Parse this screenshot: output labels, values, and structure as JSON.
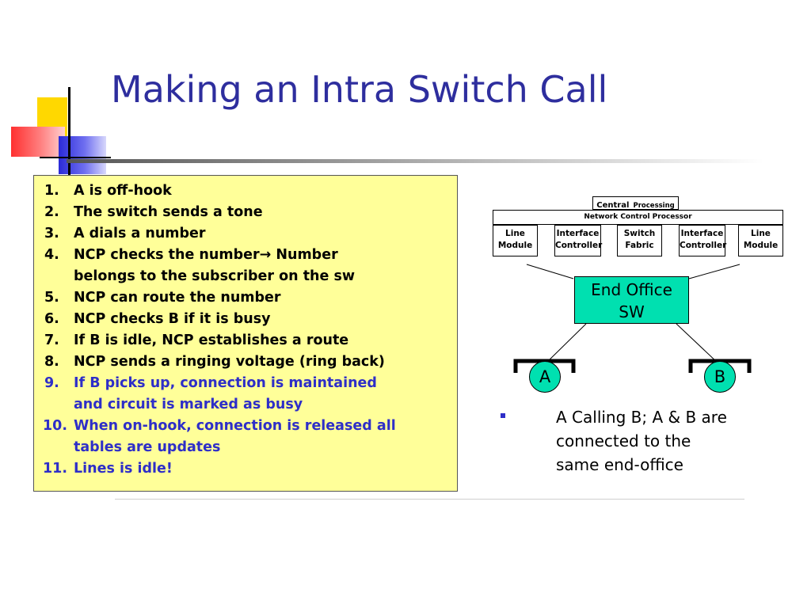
{
  "slide": {
    "title": "Making an Intra Switch Call"
  },
  "steps": [
    {
      "num": "1.",
      "line1": "A is off-hook",
      "color": "#000000"
    },
    {
      "num": "2.",
      "line1": "The switch sends a tone",
      "color": "#000000"
    },
    {
      "num": "3.",
      "line1": "A dials a number",
      "color": "#000000"
    },
    {
      "num": "4.",
      "line1": "NCP checks the number→ Number",
      "line2": "belongs to the subscriber on the sw",
      "color": "#000000"
    },
    {
      "num": "5.",
      "line1": "NCP can route the number",
      "color": "#000000"
    },
    {
      "num": "6.",
      "line1": "NCP checks B if it is busy",
      "color": "#000000"
    },
    {
      "num": "7.",
      "line1": "If B is idle, NCP establishes a route",
      "color": "#000000"
    },
    {
      "num": "8.",
      "line1": "NCP sends a ringing voltage (ring back)",
      "color": "#000000"
    },
    {
      "num": "9.",
      "line1": "If B picks up, connection is maintained",
      "line2": "and circuit is marked as busy",
      "color": "#2e2ec8"
    },
    {
      "num": "10.",
      "line1": "When on-hook, connection is released all",
      "line2": "tables are updates",
      "color": "#2e2ec8"
    },
    {
      "num": "11.",
      "line1": "Lines is idle!",
      "color": "#2e2ec8"
    }
  ],
  "diagram": {
    "central_processing": {
      "part1": "Central",
      "part2": "Processing"
    },
    "ncp_label": "Network Control Processor",
    "modules": [
      {
        "line1": "Line",
        "line2": "Module"
      },
      {
        "line1": "Interface",
        "line2": "Controller"
      },
      {
        "line1": "Switch",
        "line2": "Fabric"
      },
      {
        "line1": "Interface",
        "line2": "Controller"
      },
      {
        "line1": "Line",
        "line2": "Module"
      }
    ],
    "end_office": {
      "line1": "End Office",
      "line2": "SW"
    },
    "phone_a": "A",
    "phone_b": "B",
    "colors": {
      "switch_fill": "#00e0b0"
    }
  },
  "note": {
    "line1": "A Calling B; A & B are",
    "line2": "connected to the",
    "line3": "same end-office"
  },
  "colors": {
    "title": "#2e2e9e",
    "box_fill": "#ffff99",
    "blue_text": "#2e2ec8"
  }
}
